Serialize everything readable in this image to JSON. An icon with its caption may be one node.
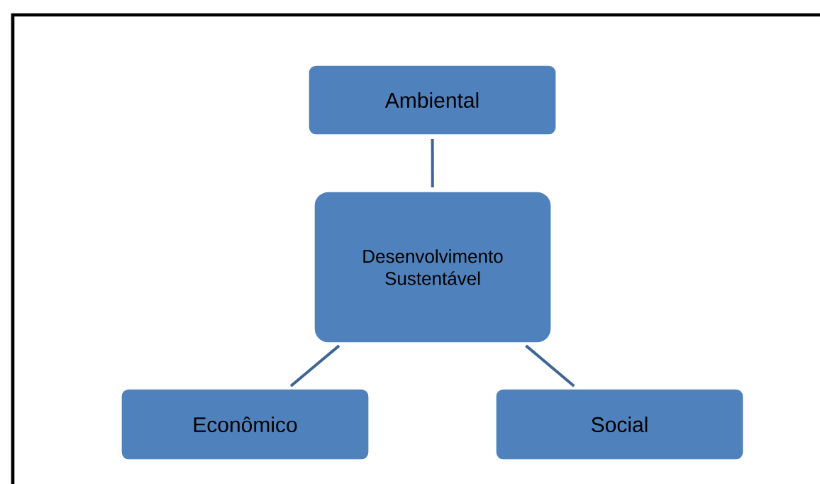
{
  "diagram": {
    "nodes": [
      {
        "text": [
          "Ambiental"
        ]
      },
      {
        "text": [
          "Desenvolvimento Sustentável"
        ]
      },
      {
        "text": [
          "Econômico"
        ]
      },
      {
        "text": [
          "Social"
        ]
      }
    ],
    "edges": [
      {
        "from": 0,
        "to": 1,
        "arrow": "none"
      },
      {
        "from": 1,
        "to": 2,
        "arrow": "none"
      },
      {
        "from": 1,
        "to": 3,
        "arrow": "none"
      }
    ]
  }
}
